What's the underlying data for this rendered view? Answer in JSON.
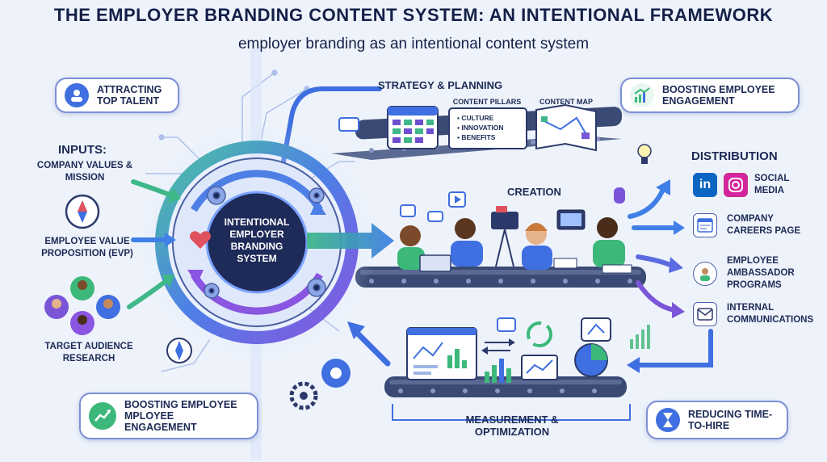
{
  "header": {
    "title": "THE EMPLOYER BRANDING CONTENT SYSTEM: AN INTENTIONAL FRAMEWORK",
    "subtitle": "employer branding as an intentional content system"
  },
  "center": {
    "label": "INTENTIONAL EMPLOYER BRANDING SYSTEM"
  },
  "callouts": {
    "top_left": "ATTRACTING TOP TALENT",
    "top_right": "BOOSTING EMPLOYEE ENGAGEMENT",
    "bottom_left": "BOOSTING EMPLOYEE MPLOYEE ENGAGEMENT",
    "bottom_right": "REDUCING TIME-TO-HIRE"
  },
  "inputs": {
    "heading": "INPUTS:",
    "items": [
      "COMPANY VALUES & MISSION",
      "EMPLOYEE VALUE PROPOSITION (EVP)",
      "TARGET AUDIENCE RESEARCH"
    ]
  },
  "strategy": {
    "heading": "STRATEGY & PLANNING",
    "pillars_title": "CONTENT PILLARS",
    "pillars": [
      "CULTURE",
      "INNOVATION",
      "BENEFITS"
    ],
    "map_title": "CONTENT MAP"
  },
  "creation": {
    "heading": "CREATION"
  },
  "distribution": {
    "heading": "DISTRIBUTION",
    "channels": [
      "SOCIAL MEDIA",
      "COMPANY CAREERS PAGE",
      "EMPLOYEE AMBASSADOR PROGRAMS",
      "INTERNAL COMMUNICATIONS"
    ],
    "linkedin_glyph": "in"
  },
  "measurement": {
    "heading": "MEASUREMENT & OPTIMIZATION"
  },
  "colors": {
    "navy": "#1c2a55",
    "accent_blue": "#3f6fe0",
    "accent_purple": "#7a55d8",
    "accent_green": "#3cb87a",
    "heart_red": "#e0525e"
  }
}
